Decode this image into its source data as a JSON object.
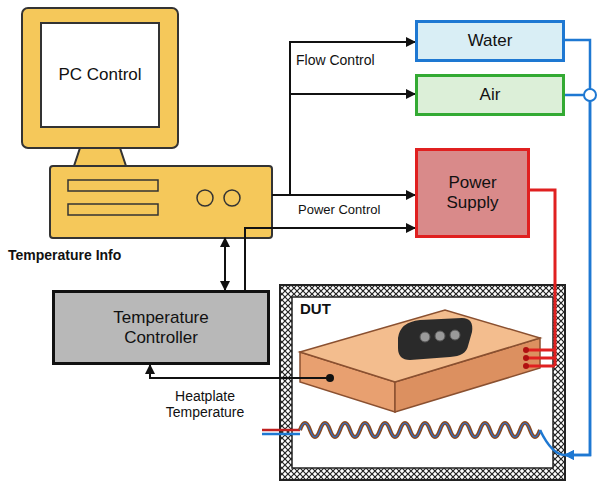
{
  "diagram": {
    "nodes": [
      {
        "text": [
          "PC Control"
        ]
      },
      {
        "text": [
          "Water"
        ]
      },
      {
        "text": [
          "Air"
        ]
      },
      {
        "text": [
          "Power Supply"
        ]
      },
      {
        "text": [
          "Temperature Controller"
        ]
      },
      {
        "text": [
          "DUT"
        ]
      }
    ],
    "edges": [
      {
        "from": 0,
        "to": 1,
        "arrow": "to"
      },
      {
        "from": 0,
        "to": 2,
        "arrow": "to"
      },
      {
        "from": 0,
        "to": 3,
        "arrow": "to"
      },
      {
        "from": 4,
        "to": 3,
        "arrow": "to"
      },
      {
        "from": 0,
        "to": 4,
        "arrow": "both"
      },
      {
        "from": 5,
        "to": 4,
        "arrow": "to"
      },
      {
        "from": 1,
        "to": 5,
        "arrow": "to"
      },
      {
        "from": 2,
        "to": 5,
        "arrow": "to"
      },
      {
        "from": 3,
        "to": 5,
        "arrow": "none"
      }
    ],
    "labels": [
      "Flow Control",
      "Power Control",
      "Temperature Info",
      "Heatplate Temperature"
    ]
  }
}
